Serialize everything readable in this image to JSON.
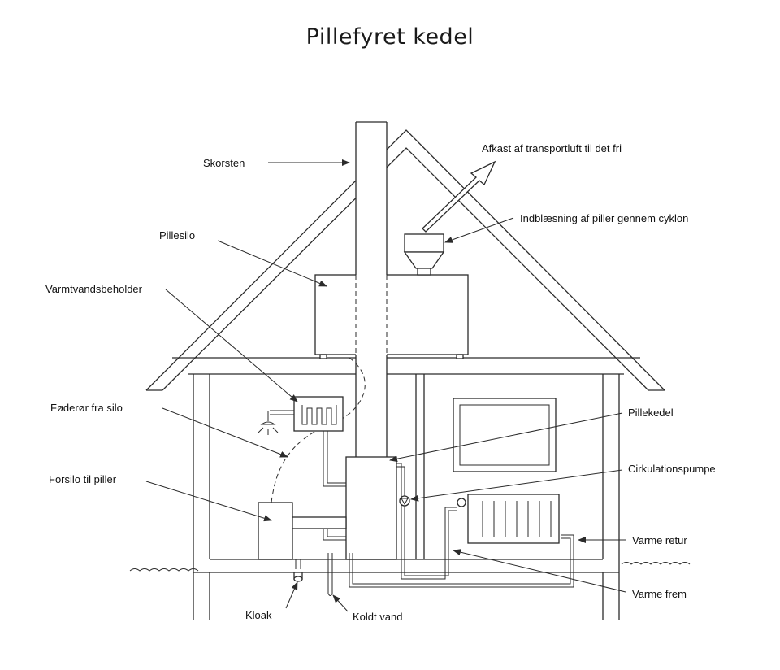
{
  "title": "Pillefyret kedel",
  "labels": {
    "skorsten": "Skorsten",
    "afkast": "Afkast af transportluft til det fri",
    "indblaesning": "Indblæsning af piller gennem cyklon",
    "pillesilo": "Pillesilo",
    "varmtvand": "Varmtvandsbeholder",
    "foderor": "Føderør fra silo",
    "pillekedel": "Pillekedel",
    "cirkulation": "Cirkulationspumpe",
    "forsilo": "Forsilo til piller",
    "varmeretur": "Varme retur",
    "varmefrem": "Varme frem",
    "kloak": "Kloak",
    "koldtvand": "Koldt vand"
  }
}
